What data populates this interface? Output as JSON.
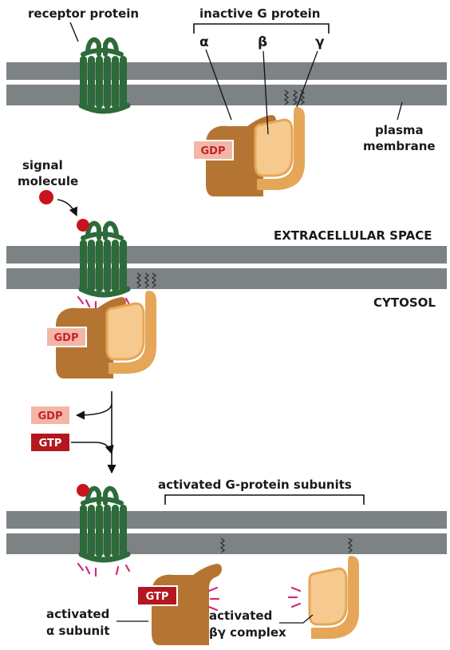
{
  "labels": {
    "receptor_protein": "receptor protein",
    "inactive_g_protein": "inactive G protein",
    "alpha": "α",
    "beta": "β",
    "gamma": "γ",
    "plasma_line1": "plasma",
    "plasma_line2": "membrane",
    "signal_line1": "signal",
    "signal_line2": "molecule",
    "extracellular_space": "EXTRACELLULAR SPACE",
    "cytosol": "CYTOSOL",
    "activated_subunits": "activated G-protein subunits",
    "activated_alpha_line1": "activated",
    "activated_alpha_line2": "α subunit",
    "activated_bg_line1": "activated",
    "activated_bg_line2": "βγ complex"
  },
  "badges": {
    "gdp": "GDP",
    "gtp": "GTP"
  },
  "colors": {
    "membrane": "#7d8284",
    "receptor": "#2d6b3a",
    "alpha_subunit": "#b57532",
    "beta_subunit": "#e5a657",
    "beta_inner": "#f6c98e",
    "signal_molecule": "#c8141c",
    "gdp_fill": "#f3b6a6",
    "gdp_text": "#c4232a",
    "gtp_fill": "#b3171f",
    "gtp_text": "#ffffff",
    "activation_marks": "#d6287a"
  },
  "icons": {
    "arrow": "curved-arrow-icon",
    "branch": "branch-arrow-icon"
  }
}
